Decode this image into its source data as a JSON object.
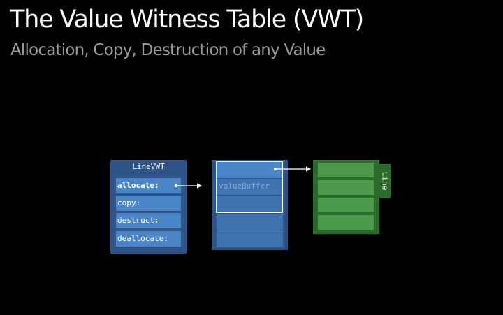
{
  "slide": {
    "title": "The Value Witness Table (VWT)",
    "subtitle": "Allocation, Copy, Destruction of any Value"
  },
  "vwt": {
    "name": "LineVWT",
    "rows": [
      "allocate:",
      "copy:",
      "destruct:",
      "deallocate:"
    ]
  },
  "buffer": {
    "label": "valueBuffer"
  },
  "line": {
    "label": "Line"
  },
  "colors": {
    "background": "#000000",
    "vwt_box": "#2d5387",
    "vwt_row": "#4a86c8",
    "buffer_cell": "#3f72b1",
    "line_box": "#2b6b2c",
    "line_cell": "#4b9a4b"
  }
}
